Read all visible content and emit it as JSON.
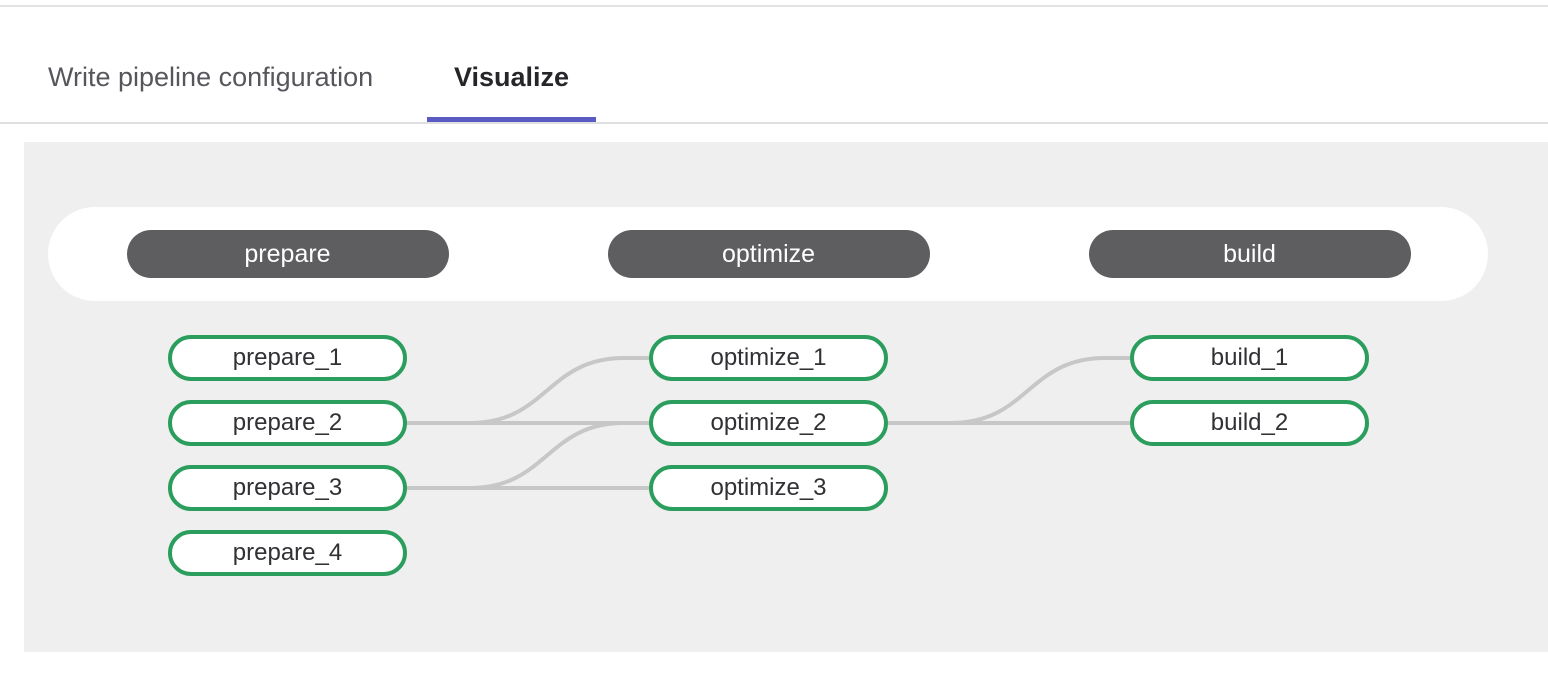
{
  "tabs": [
    {
      "label": "Write pipeline configuration",
      "active": false
    },
    {
      "label": "Visualize",
      "active": true
    }
  ],
  "pipeline": {
    "stages": [
      {
        "name": "prepare",
        "jobs": [
          "prepare_1",
          "prepare_2",
          "prepare_3",
          "prepare_4"
        ]
      },
      {
        "name": "optimize",
        "jobs": [
          "optimize_1",
          "optimize_2",
          "optimize_3"
        ]
      },
      {
        "name": "build",
        "jobs": [
          "build_1",
          "build_2"
        ]
      }
    ],
    "links": [
      {
        "from": "prepare_2",
        "to": "optimize_1"
      },
      {
        "from": "prepare_2",
        "to": "optimize_2"
      },
      {
        "from": "prepare_3",
        "to": "optimize_2"
      },
      {
        "from": "prepare_3",
        "to": "optimize_3"
      },
      {
        "from": "optimize_2",
        "to": "build_1"
      },
      {
        "from": "optimize_2",
        "to": "build_2"
      }
    ]
  },
  "colors": {
    "tab_underline": "#5b5bc4",
    "stage_pill_bg": "#5e5d60",
    "stage_pill_text": "#ffffff",
    "job_border": "#2b9e5e",
    "job_text": "#303035",
    "link": "#c7c7c7",
    "canvas_bg": "#efefef",
    "active_tab_text": "#26262a",
    "inactive_tab_text": "#57565c"
  }
}
